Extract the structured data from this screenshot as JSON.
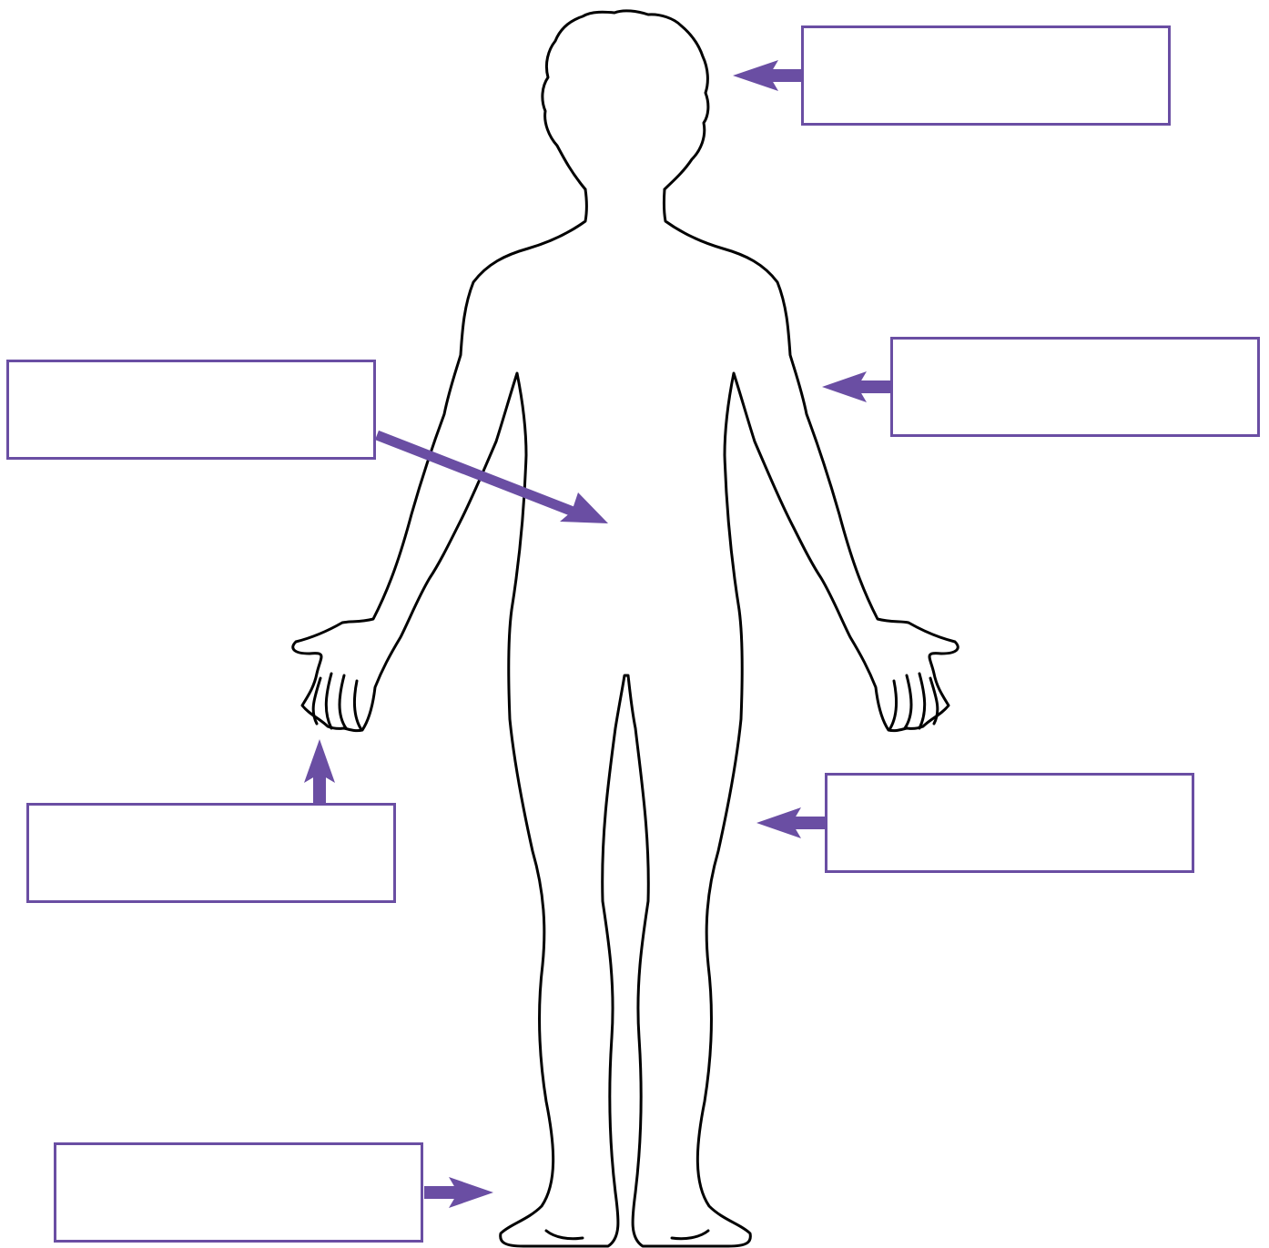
{
  "diagram": {
    "subject": "human-body-outline",
    "accent_color": "#6a4ea3",
    "outline_color": "#000000",
    "label_boxes": [
      {
        "id": "head",
        "text": ""
      },
      {
        "id": "arm",
        "text": ""
      },
      {
        "id": "torso",
        "text": ""
      },
      {
        "id": "hand",
        "text": ""
      },
      {
        "id": "leg",
        "text": ""
      },
      {
        "id": "foot",
        "text": ""
      }
    ]
  }
}
